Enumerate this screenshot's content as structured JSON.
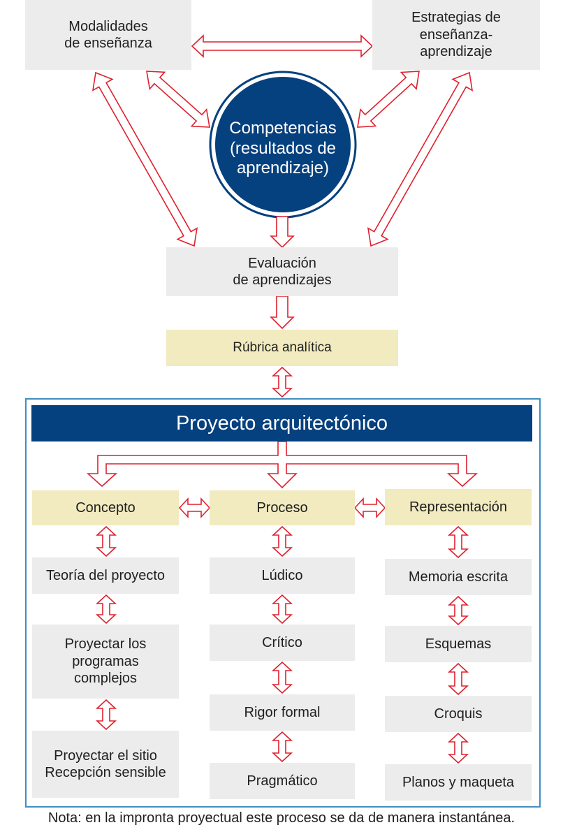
{
  "top": {
    "modalidades": "Modalidades\nde enseñanza",
    "estrategias": "Estrategias de\nenseñanza-\naprendizaje",
    "competencias": "Competencias\n(resultados de\naprendizaje)"
  },
  "evaluacion": "Evaluación\nde aprendizajes",
  "rubrica": "Rúbrica analítica",
  "proyecto": {
    "title": "Proyecto arquitectónico",
    "columns": [
      {
        "header": "Concepto",
        "items": [
          "Teoría del proyecto",
          "Proyectar los\nprogramas\ncomplejos",
          "Proyectar el sitio\nRecepción sensible"
        ]
      },
      {
        "header": "Proceso",
        "items": [
          "Lúdico",
          "Crítico",
          "Rigor formal",
          "Pragmático"
        ]
      },
      {
        "header": "Representación",
        "items": [
          "Memoria escrita",
          "Esquemas",
          "Croquis",
          "Planos y maqueta"
        ]
      }
    ]
  },
  "note": "Nota: en la impronta proyectual este proceso se da de manera instantánea.",
  "colors": {
    "arrow_stroke": "#e0202e",
    "circle_fill": "#05407f",
    "title_bar": "#05407f",
    "gray_box": "#ececec",
    "beige_box": "#f1ebbf",
    "frame": "#3f8fc0"
  }
}
